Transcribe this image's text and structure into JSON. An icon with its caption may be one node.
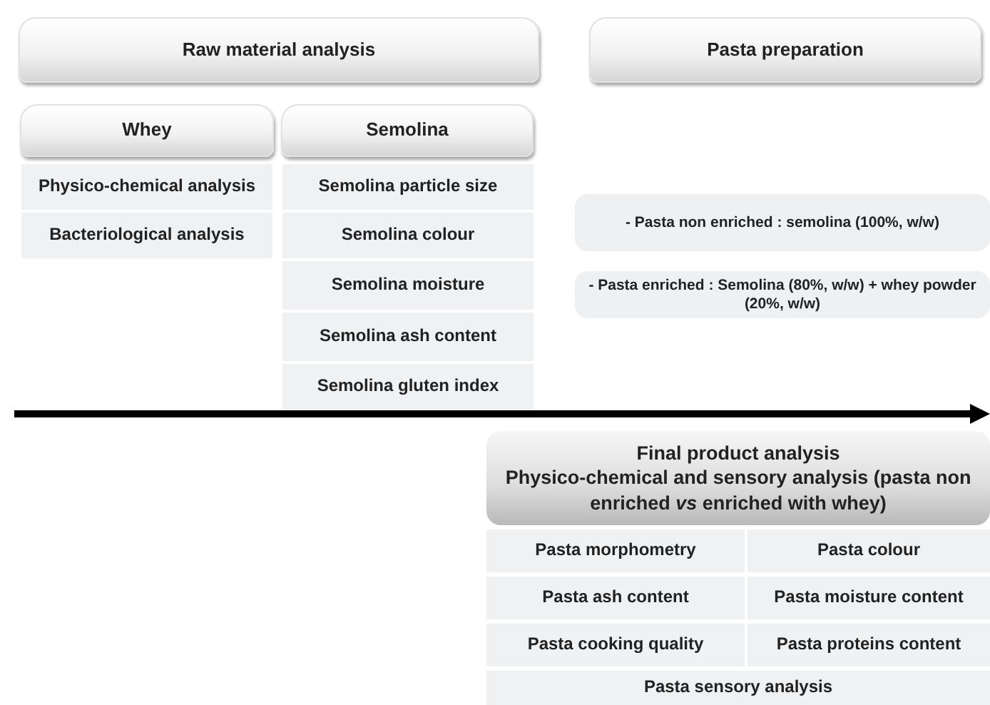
{
  "diagram": {
    "nodes": [
      {
        "text": [
          "Raw material analysis"
        ]
      },
      {
        "text": [
          "Pasta preparation"
        ]
      },
      {
        "text": [
          "Whey"
        ]
      },
      {
        "text": [
          "Semolina"
        ]
      },
      {
        "text": [
          "Physico-chemical analysis"
        ]
      },
      {
        "text": [
          "Bacteriological analysis"
        ]
      },
      {
        "text": [
          "Semolina particle size"
        ]
      },
      {
        "text": [
          "Semolina colour"
        ]
      },
      {
        "text": [
          "Semolina moisture"
        ]
      },
      {
        "text": [
          "Semolina ash content"
        ]
      },
      {
        "text": [
          "Semolina gluten index"
        ]
      },
      {
        "text": [
          "- Pasta non enriched : semolina (100%, w/w)"
        ]
      },
      {
        "text": [
          "- Pasta enriched : Semolina (80%, w/w) + whey powder (20%, w/w)"
        ]
      },
      {
        "text": [
          "Final product analysis",
          "Physico-chemical and sensory analysis (pasta non enriched *vs* enriched with whey)"
        ]
      },
      {
        "text": [
          "Pasta morphometry"
        ]
      },
      {
        "text": [
          "Pasta colour"
        ]
      },
      {
        "text": [
          "Pasta ash content"
        ]
      },
      {
        "text": [
          "Pasta moisture content"
        ]
      },
      {
        "text": [
          "Pasta cooking quality"
        ]
      },
      {
        "text": [
          "Pasta proteins content"
        ]
      },
      {
        "text": [
          "Pasta sensory analysis"
        ]
      }
    ]
  }
}
